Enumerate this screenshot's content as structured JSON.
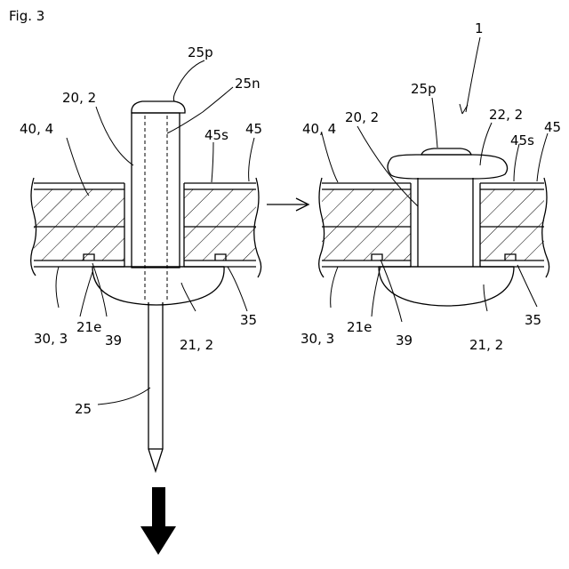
{
  "figure": {
    "title": "Fig. 3",
    "before": {
      "labels": {
        "l25p": "25p",
        "l25n": "25n",
        "l20_2": "20, 2",
        "l40_4": "40, 4",
        "l45s": "45s",
        "l45": "45",
        "l30_3": "30, 3",
        "l21e": "21e",
        "l39": "39",
        "l21_2": "21, 2",
        "l35": "35",
        "l25": "25"
      }
    },
    "after": {
      "labels": {
        "l1": "1",
        "l25p": "25p",
        "l20_2": "20, 2",
        "l22_2": "22, 2",
        "l40_4": "40, 4",
        "l45s": "45s",
        "l45": "45",
        "l30_3": "30, 3",
        "l21e": "21e",
        "l39": "39",
        "l21_2": "21, 2",
        "l35": "35"
      }
    },
    "colors": {
      "ink": "#000000",
      "paper": "#ffffff"
    }
  }
}
